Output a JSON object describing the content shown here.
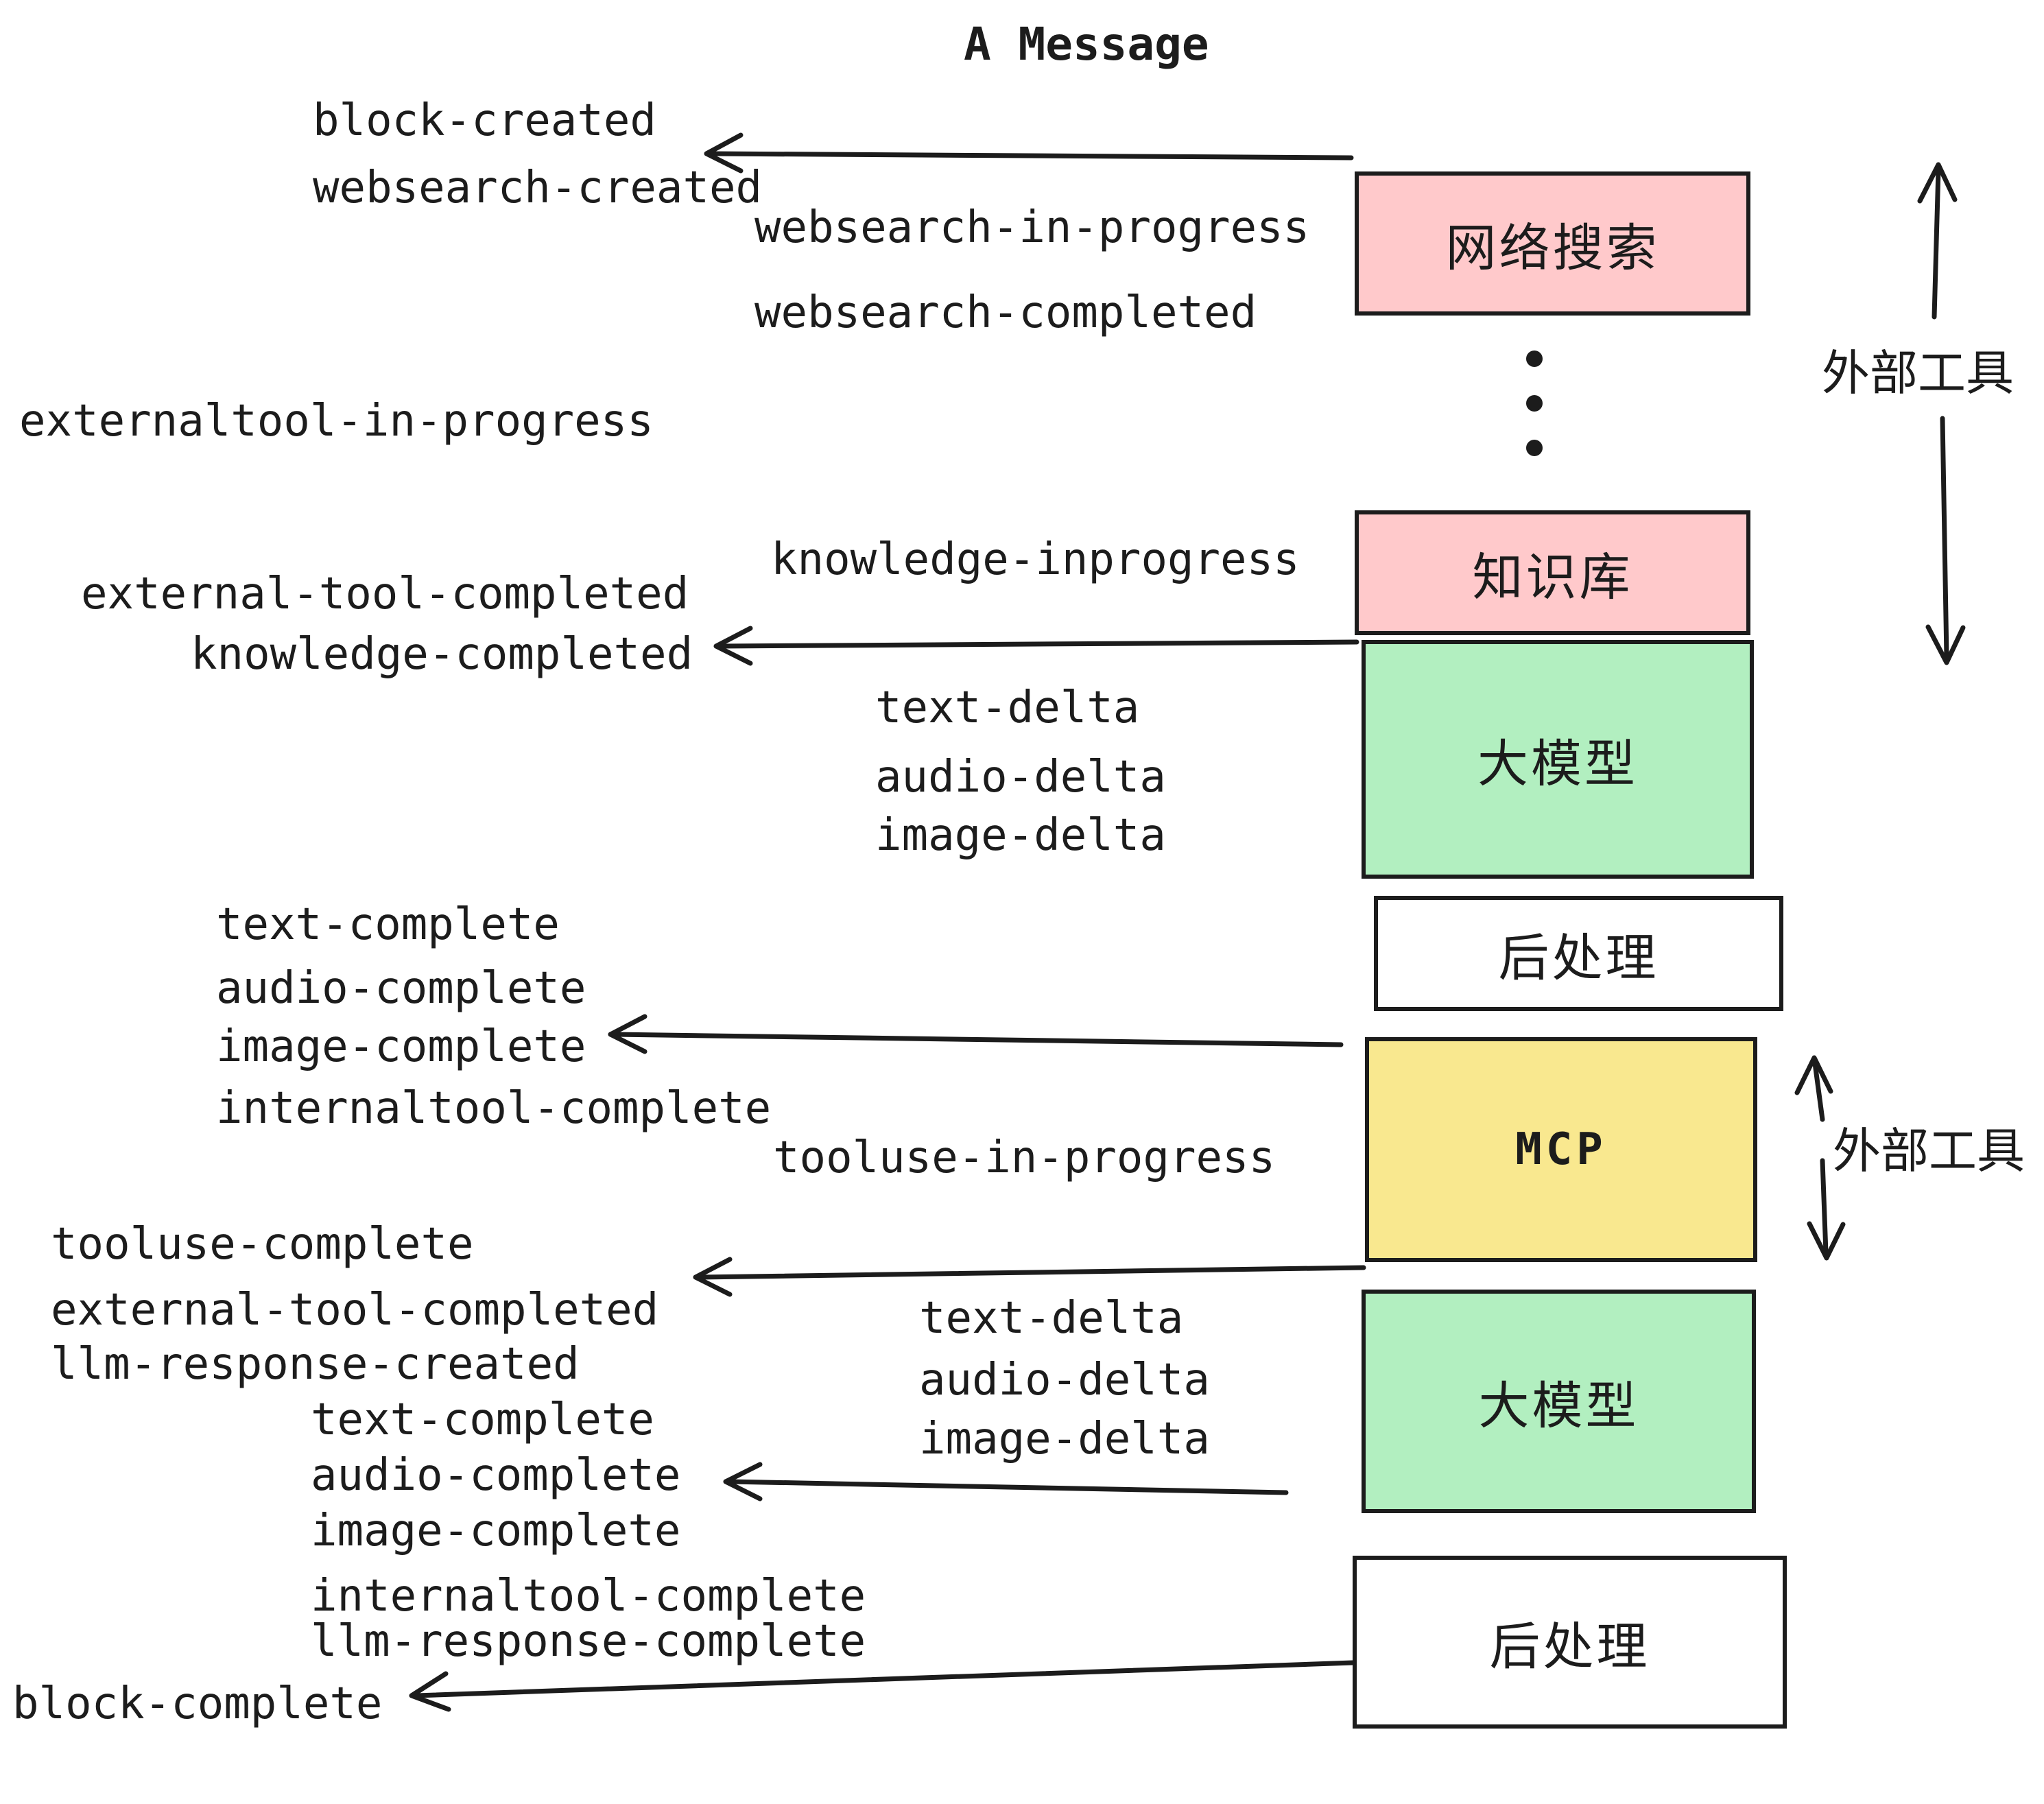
{
  "title": "A Message",
  "events": {
    "block_created": "block-created",
    "websearch_created": "websearch-created",
    "websearch_in_progress": "websearch-in-progress",
    "websearch_completed": "websearch-completed",
    "externaltool_in_progress": "externaltool-in-progress",
    "knowledge_inprogress": "knowledge-inprogress",
    "external_tool_completed_1": "external-tool-completed",
    "knowledge_completed": "knowledge-completed",
    "text_delta_1": "text-delta",
    "audio_delta_1": "audio-delta",
    "image_delta_1": "image-delta",
    "text_complete_1": "text-complete",
    "audio_complete_1": "audio-complete",
    "image_complete_1": "image-complete",
    "internaltool_complete_1": "internaltool-complete",
    "tooluse_in_progress": "tooluse-in-progress",
    "tooluse_complete": "tooluse-complete",
    "external_tool_completed_2": "external-tool-completed",
    "llm_response_created": "llm-response-created",
    "text_delta_2": "text-delta",
    "audio_delta_2": "audio-delta",
    "image_delta_2": "image-delta",
    "text_complete_2": "text-complete",
    "audio_complete_2": "audio-complete",
    "image_complete_2": "image-complete",
    "internaltool_complete_2": "internaltool-complete",
    "llm_response_complete": "llm-response-complete",
    "block_complete": "block-complete"
  },
  "boxes": {
    "websearch": {
      "label": "网络搜索",
      "color": "#ffc9cb"
    },
    "knowledge": {
      "label": "知识库",
      "color": "#ffc9cb"
    },
    "llm_1": {
      "label": "大模型",
      "color": "#b2efc0"
    },
    "postprocess_1": {
      "label": "后处理",
      "color": "#ffffff"
    },
    "mcp": {
      "label": "MCP",
      "color": "#f9e88f"
    },
    "llm_2": {
      "label": "大模型",
      "color": "#b2efc0"
    },
    "postprocess_2": {
      "label": "后处理",
      "color": "#ffffff"
    }
  },
  "annotations": {
    "external_tools_1": "外部工具",
    "external_tools_2": "外部工具"
  },
  "colors": {
    "ink": "#1c1c1c",
    "pink": "#ffc9cb",
    "green": "#b2efc0",
    "yellow": "#f9e88f",
    "white": "#ffffff"
  }
}
